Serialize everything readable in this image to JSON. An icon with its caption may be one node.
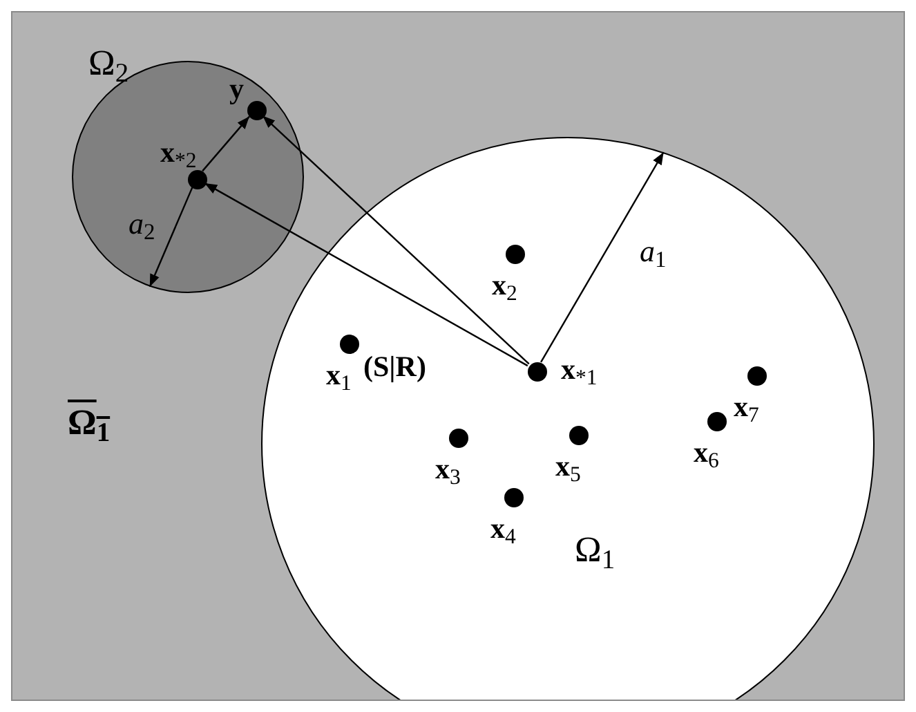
{
  "diagram": {
    "nodes": [
      {
        "text": [
          "Ω$_{1}$"
        ]
      },
      {
        "text": [
          "Ω$_{2}$"
        ]
      },
      {
        "text": [],
        "shape": "circle",
        "in": 1,
        "beside": [
          "**x**$_{*2}$"
        ]
      },
      {
        "text": [],
        "shape": "circle",
        "in": 1,
        "beside": [
          "**y**"
        ]
      },
      {
        "text": [],
        "shape": "circle",
        "in": 0,
        "beside": [
          "**x**$_{*1}$"
        ]
      },
      {
        "text": [],
        "shape": "circle",
        "in": 0,
        "beside": [
          "**x**$_{1}$"
        ]
      },
      {
        "text": [],
        "shape": "circle",
        "in": 0,
        "beside": [
          "**x**$_{2}$"
        ]
      },
      {
        "text": [],
        "shape": "circle",
        "in": 0,
        "beside": [
          "**x**$_{3}$"
        ]
      },
      {
        "text": [],
        "shape": "circle",
        "in": 0,
        "beside": [
          "**x**$_{4}$"
        ]
      },
      {
        "text": [],
        "shape": "circle",
        "in": 0,
        "beside": [
          "**x**$_{5}$"
        ]
      },
      {
        "text": [],
        "shape": "circle",
        "in": 0,
        "beside": [
          "**x**$_{6}$"
        ]
      },
      {
        "text": [],
        "shape": "circle",
        "in": 0,
        "beside": [
          "**x**$_{7}$"
        ]
      }
    ],
    "edges": [
      {
        "from": 4,
        "to": 3,
        "arrow": "to"
      },
      {
        "from": 4,
        "to": 2,
        "arrow": "to"
      },
      {
        "from": 4,
        "to": 0,
        "arrow": "to",
        "label": "*a*$_{1}$"
      },
      {
        "from": 2,
        "to": 3,
        "arrow": "to"
      },
      {
        "from": 2,
        "to": 1,
        "arrow": "to",
        "label": "*a*$_{2}$"
      }
    ],
    "labels": [
      "Ω$_{1}$",
      "(S|R)"
    ]
  }
}
